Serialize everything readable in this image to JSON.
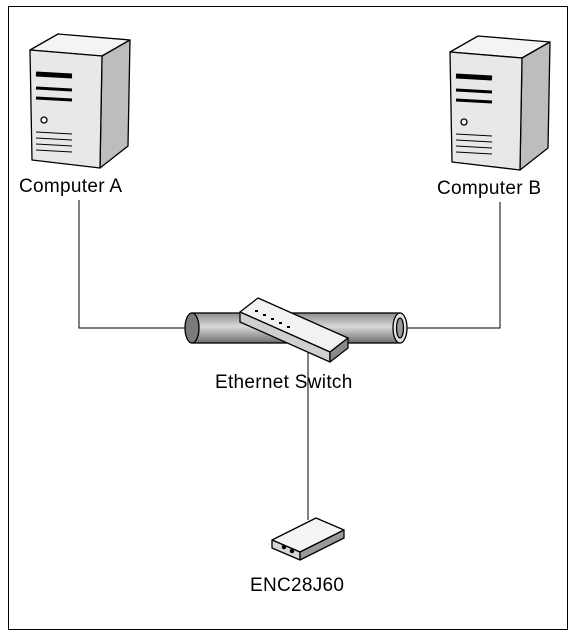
{
  "nodes": {
    "computer_a": {
      "label": "Computer A",
      "icon": "server-tower-icon"
    },
    "computer_b": {
      "label": "Computer B",
      "icon": "server-tower-icon"
    },
    "switch": {
      "label": "Ethernet Switch",
      "icon": "ethernet-switch-icon"
    },
    "module": {
      "label": "ENC28J60",
      "icon": "network-module-icon"
    }
  },
  "edges": [
    {
      "from": "computer_a",
      "to": "switch"
    },
    {
      "from": "computer_b",
      "to": "switch"
    },
    {
      "from": "switch",
      "to": "module"
    }
  ],
  "colors": {
    "line": "#000000",
    "fill_light": "#f2f2f2",
    "fill_mid": "#bfbfbf",
    "fill_dark": "#808080"
  }
}
